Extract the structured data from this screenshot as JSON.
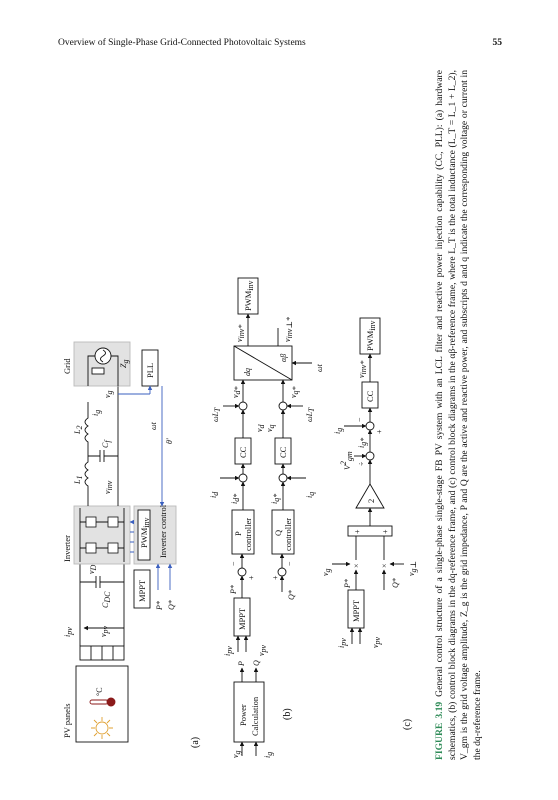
{
  "header": {
    "title": "Overview of Single-Phase Grid-Connected Photovoltaic Systems",
    "page_number": "55"
  },
  "figure": {
    "panel_a": {
      "pv_panels": "PV panels",
      "inverter": "Inverter",
      "grid": "Grid",
      "mppt": "MPPT",
      "pwm": "PWM",
      "pwm_sub": "inv",
      "inverter_control": "Inverter control",
      "pll": "PLL",
      "v_dc": "v",
      "v_dc_sub": "DC",
      "c_dc": "C",
      "c_dc_sub": "DC",
      "i_pv": "i",
      "pv_sub": "pv",
      "v_pv": "v",
      "l1": "L",
      "l1_sub": "1",
      "l2": "L",
      "l2_sub": "2",
      "cf": "C",
      "cf_sub": "f",
      "zg": "Z",
      "zg_sub": "g",
      "i_g": "i",
      "v_g": "v",
      "g_sub": "g",
      "v_inv": "v",
      "inv_sub": "inv",
      "omega_t": "ωt",
      "theta": "θ'",
      "p_star": "P*",
      "q_star": "Q*",
      "label": "(a)"
    },
    "panel_b": {
      "power_calc_line1": "Power",
      "power_calc_line2": "Calculation",
      "p": "P",
      "q": "Q",
      "vg": "v",
      "ig": "i",
      "g_sub": "g",
      "mppt": "MPPT",
      "i_pv": "i",
      "v_pv": "v",
      "pv_sub": "pv",
      "p_star": "P*",
      "q_star": "Q*",
      "p_ctrl_line1": "P",
      "p_ctrl_line2": "controller",
      "q_ctrl_line1": "Q",
      "q_ctrl_line2": "controller",
      "cc": "CC",
      "id_star": "i",
      "iq_star": "i",
      "d_star_sub": "d*",
      "q_star_sub": "q*",
      "id": "i",
      "iq": "i",
      "d_sub": "d",
      "q_sub": "q",
      "omega_l": "ωL",
      "omega_l_sub": "T",
      "vd": "v",
      "vq": "v",
      "vd_star": "v",
      "vq_star": "v",
      "dq": "dq",
      "alpha_beta": "αβ",
      "omega_t": "ωt",
      "v_inv_star": "v",
      "inv_star_sub": "inv*",
      "v_inv_perp": "v",
      "inv_perp_sub": "inv⊥*",
      "pwm": "PWM",
      "pwm_sub": "inv",
      "plus": "+",
      "minus": "−",
      "label": "(b)"
    },
    "panel_c": {
      "mppt": "MPPT",
      "i_pv": "i",
      "v_pv": "v",
      "pv_sub": "pv",
      "p_star": "P*",
      "q_star": "Q*",
      "vg": "v",
      "vg_perp": "v",
      "g_sub": "g",
      "g_perp_sub": "g⊥",
      "gain": "2",
      "vgm_sq": "V",
      "vgm_sub": "gm",
      "vgm_sup": "2",
      "ig_star": "i",
      "ig": "i",
      "g_star_sub": "g*",
      "cc": "CC",
      "v_inv_star": "v",
      "inv_star_sub": "inv*",
      "pwm": "PWM",
      "pwm_sub": "inv",
      "times": "×",
      "divide": "÷",
      "plus": "+",
      "minus": "−",
      "label": "(c)"
    }
  },
  "caption": {
    "label": "FIGURE 3.19",
    "text": "General control structure of a single-phase single-stage FB PV system with an LCL filter and reactive power injection capability (CC, PLL): (a) hardware schematics, (b) control block diagrams in the dq-reference frame, and (c) control block diagrams in the αβ-reference frame, where L_T is the total inductance (L_T = L_1 + L_2), V_gm is the grid voltage amplitude, Z_g is the grid impedance, P and Q are the active and reactive power, and subscripts d and q indicate the corresponding voltage or current in the dq-reference frame."
  },
  "colors": {
    "signal_arrow": "#3a5fbf",
    "inverter_shade": "#e2e2e2",
    "caption_label": "#2e8b57"
  }
}
